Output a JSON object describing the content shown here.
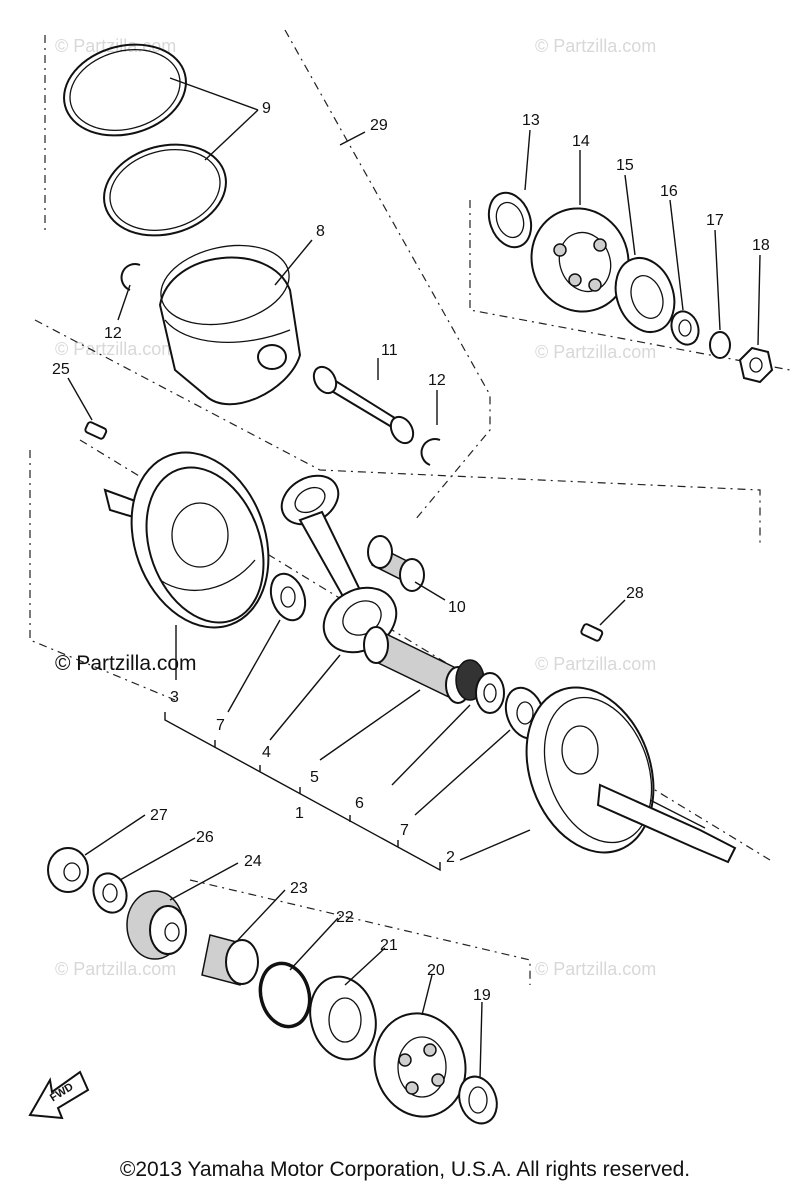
{
  "watermarks": {
    "faint": "© Partzilla.com",
    "main": "© Partzilla.com"
  },
  "fwd_label": "FWD",
  "callouts": {
    "c1": "1",
    "c2": "2",
    "c3": "3",
    "c4": "4",
    "c5": "5",
    "c6": "6",
    "c7a": "7",
    "c7b": "7",
    "c8": "8",
    "c9": "9",
    "c10": "10",
    "c11": "11",
    "c12a": "12",
    "c12b": "12",
    "c13": "13",
    "c14": "14",
    "c15": "15",
    "c16": "16",
    "c17": "17",
    "c18": "18",
    "c19": "19",
    "c20": "20",
    "c21": "21",
    "c22": "22",
    "c23": "23",
    "c24": "24",
    "c25": "25",
    "c26": "26",
    "c27": "27",
    "c28": "28",
    "c29": "29"
  },
  "copyright": "©2013 Yamaha Motor Corporation, U.S.A. All rights reserved."
}
